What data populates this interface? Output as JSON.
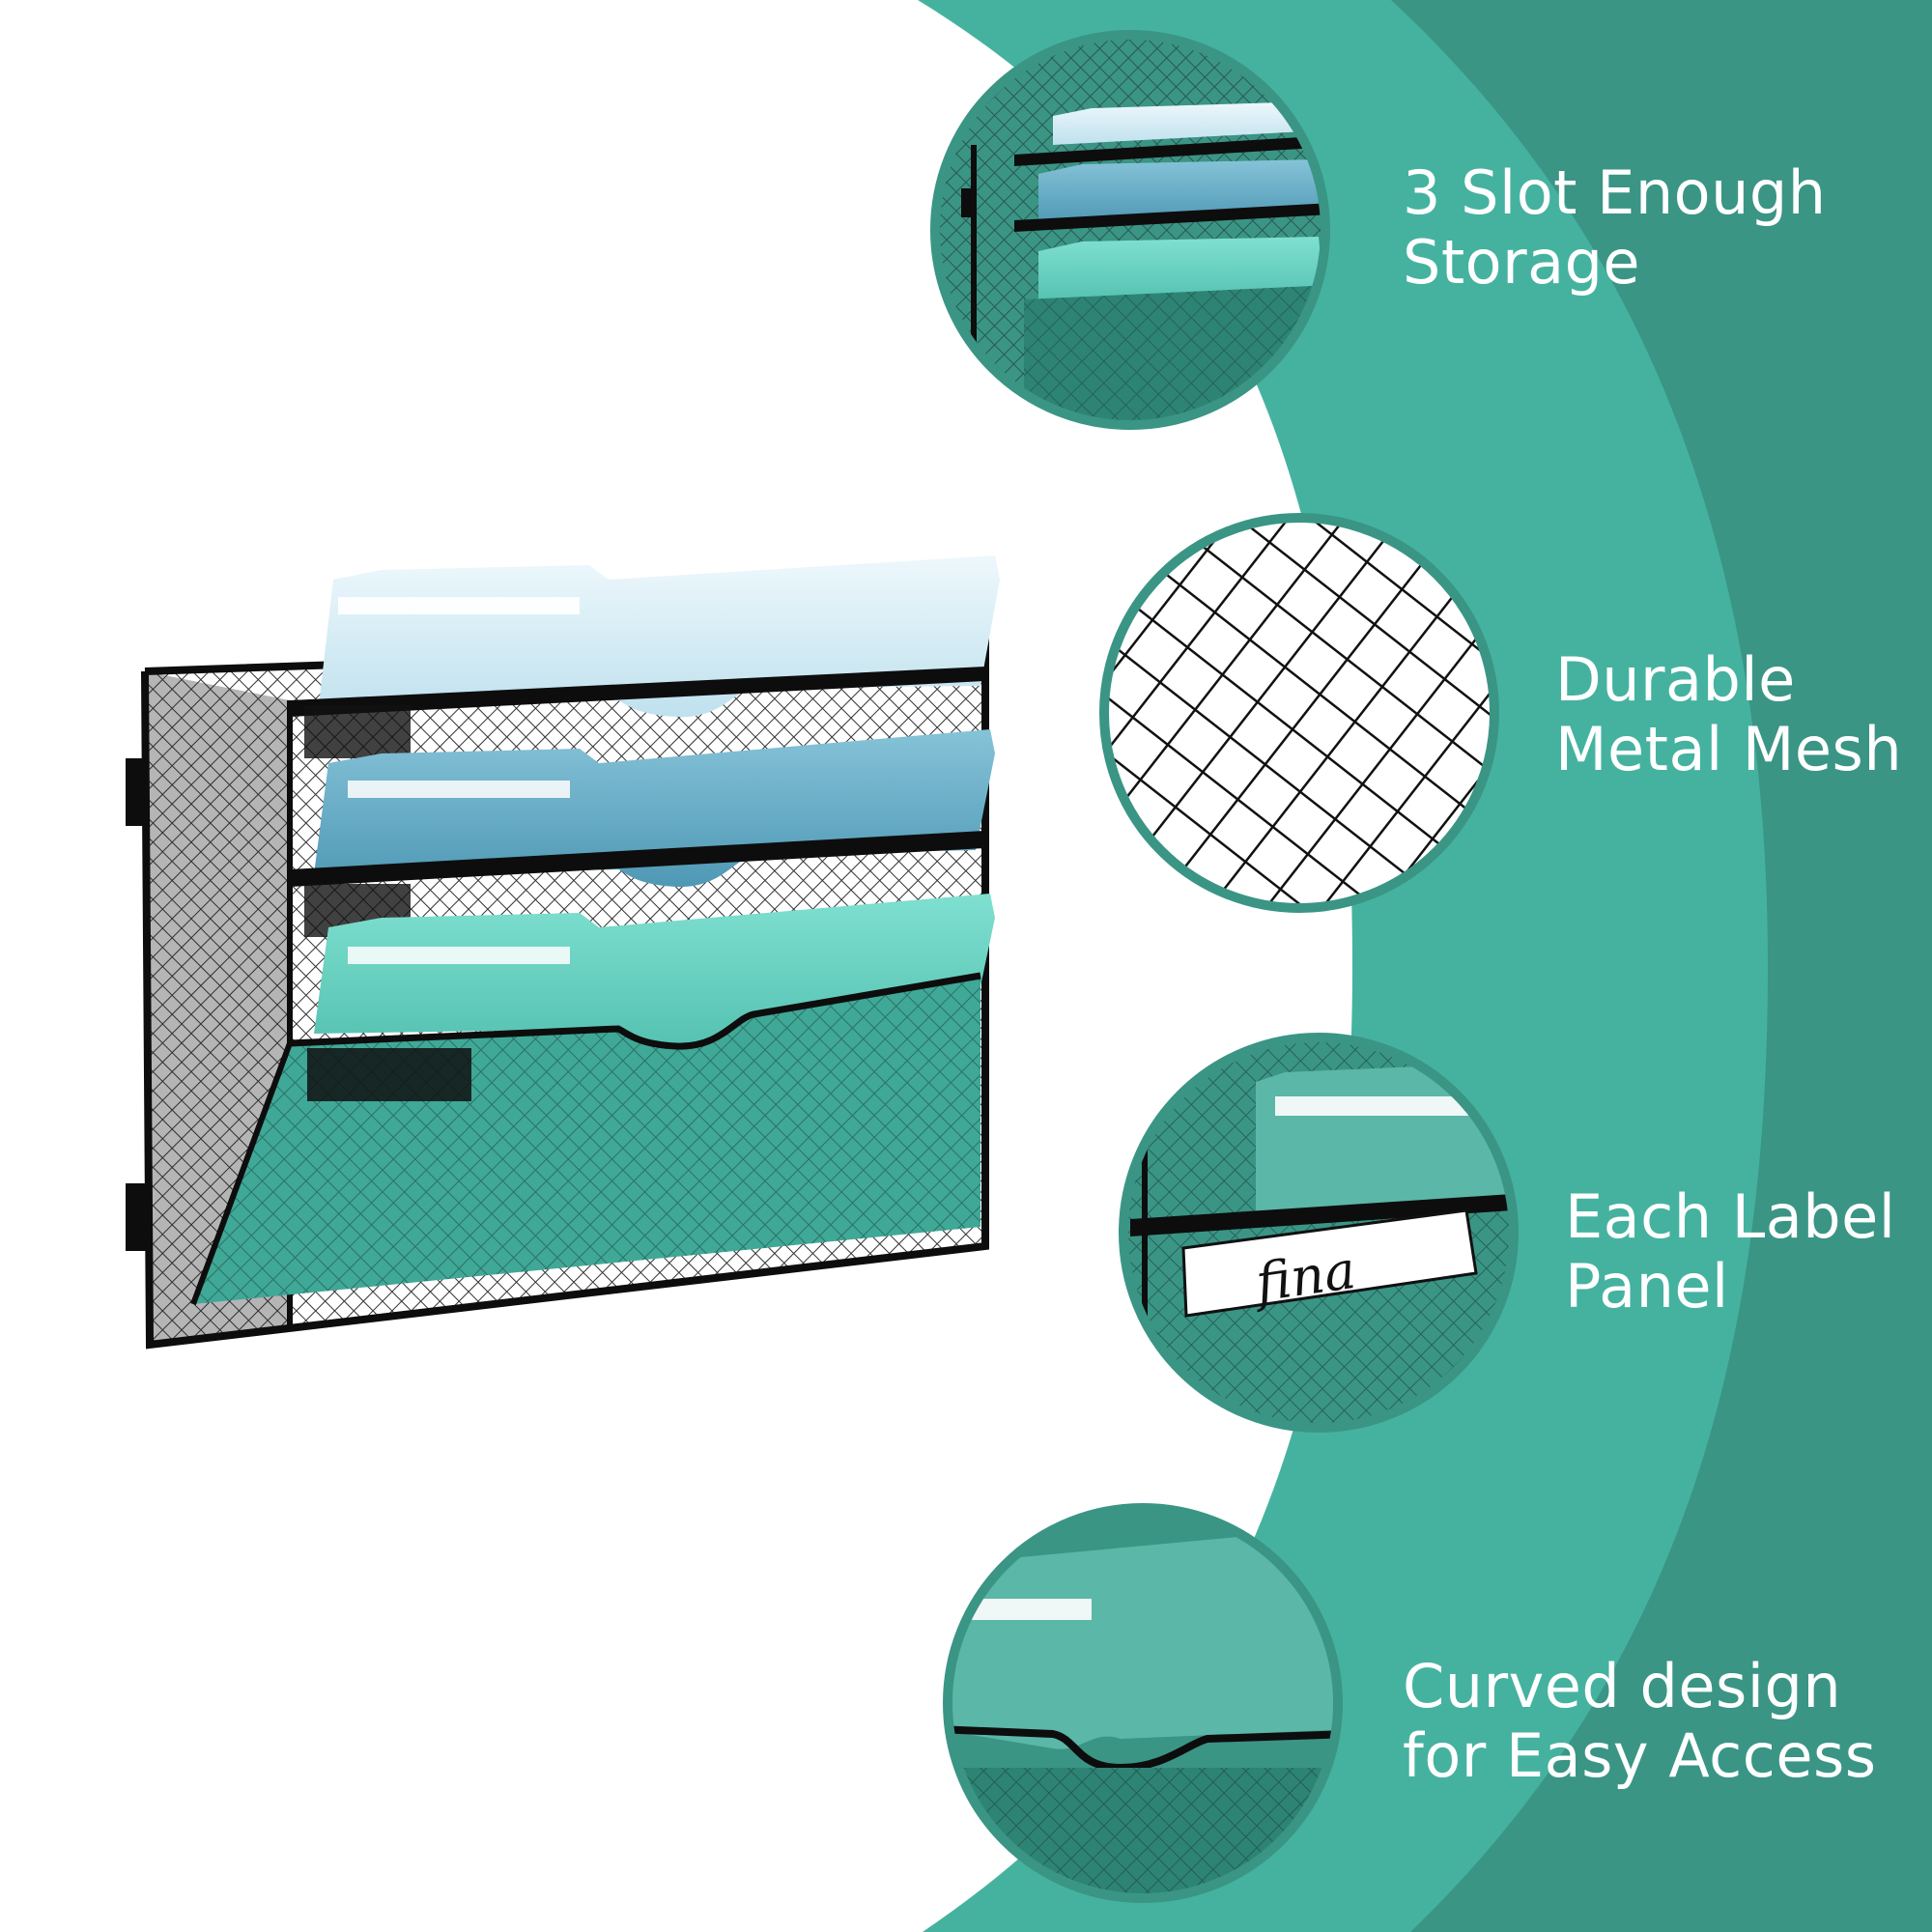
{
  "colors": {
    "background": "#ffffff",
    "band_light": "#45b2a0",
    "band_dark": "#3a9585",
    "circle_border": "#3a9585",
    "feature_text": "#ffffff",
    "mesh_metal": "#1a1a1a",
    "folder_top": "#cfe9f2",
    "folder_middle": "#5ea8c4",
    "folder_bottom": "#6cd4c4"
  },
  "features": [
    {
      "line1": "3 Slot Enough",
      "line2": "Storage",
      "icon": "three-slot-closeup"
    },
    {
      "line1": "Durable",
      "line2": "Metal Mesh",
      "icon": "metal-mesh-closeup"
    },
    {
      "line1": "Each Label",
      "line2": "Panel",
      "icon": "label-panel-closeup"
    },
    {
      "line1": "Curved design",
      "line2": "for Easy Access",
      "icon": "curved-edge-closeup"
    }
  ],
  "label_card_text": "fina"
}
